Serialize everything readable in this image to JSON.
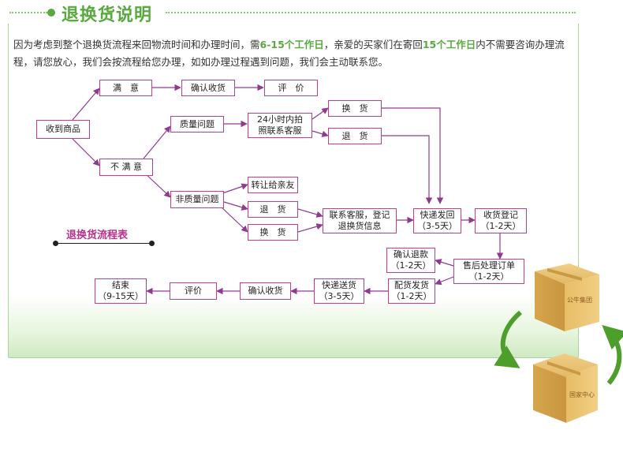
{
  "title": "退换货说明",
  "intro": {
    "part1": "因为考虑到整个退换货流程来回物流时间和办理时间，需",
    "highlight1": "6-15个工作日",
    "part2": "，亲爱的买家们在寄回",
    "highlight2": "15个工作日",
    "part3": "内不需要咨询办理流程，请您放心，我们会按流程给您办理，如如办理过程遇到问题，我们会主动联系您。"
  },
  "nodes": {
    "received": "收到商品",
    "satisfied": "满　意",
    "confirm_receipt_top": "确认收货",
    "review_top": "评　价",
    "unsatisfied": "不 满 意",
    "quality_issue": "质量问题",
    "photo_24h": "24小时内拍\n照联系客服",
    "exchange_top": "换　货",
    "return_top": "退　货",
    "non_quality_issue": "非质量问题",
    "transfer_friend": "转让给亲友",
    "return_mid": "退　货",
    "exchange_mid": "换　货",
    "contact_service": "联系客服，登记\n退换货信息",
    "express_return": "快递发回\n（3-5天）",
    "receipt_register": "收货登记\n（1-2天）",
    "after_sales": "售后处理订单\n（1-2天）",
    "confirm_refund": "确认退款\n（1-2天）",
    "ship_out": "配货发货\n（1-2天）",
    "express_deliver": "快递送货\n（3-5天）",
    "confirm_receipt_bottom": "确认收货",
    "review_bottom": "评价",
    "end": "结束\n（9-15天）"
  },
  "legend": {
    "title": "退换货流程表"
  },
  "boxes": {
    "top_label": "公牛集团",
    "bottom_label": "国家中心"
  },
  "colors": {
    "accent_green": "#58a93e",
    "node_border": "#c23f88",
    "arrow_purple": "#8e3a8f",
    "box_brown": "#d5a94e"
  }
}
